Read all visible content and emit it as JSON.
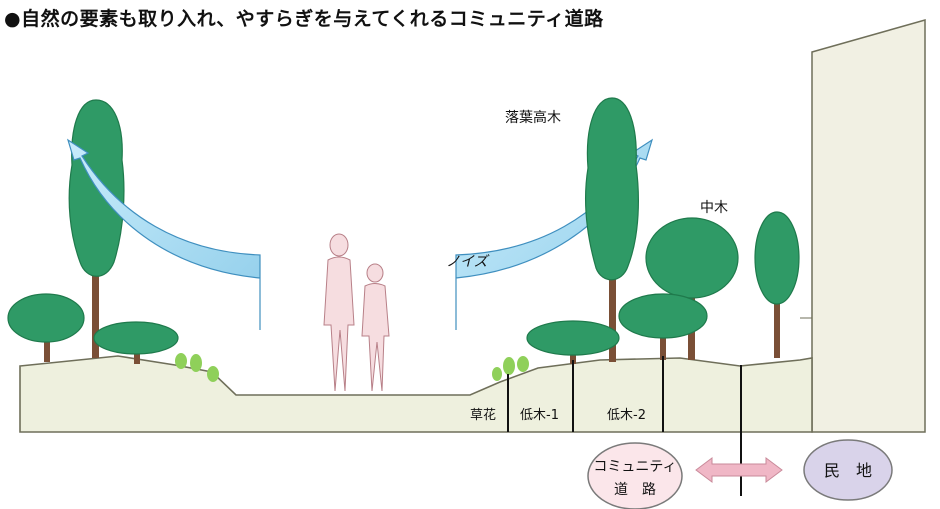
{
  "title": "●自然の要素も取り入れ、やすらぎを与えてくれるコミュニティ道路",
  "labels": {
    "tall_tree": "落葉高木",
    "medium_tree": "中木",
    "noise": "ノイズ",
    "flowers": "草花",
    "shrub_1": "低木-1",
    "shrub_2": "低木-2"
  },
  "community_road": {
    "line1": "コミュニティ",
    "line2": "道　路"
  },
  "private_land": "民　地",
  "colors": {
    "ground": "#eef0de",
    "ground_line": "#6f6f5a",
    "tree_green": "#2f9a66",
    "tree_dark": "#1f7a4c",
    "trunk": "#7a4f36",
    "grass": "#8fd05a",
    "noise_arrow": "#9fd6f0",
    "noise_arrow_edge": "#3f8fbf",
    "person": "#f6dde0",
    "person_edge": "#b88088",
    "building": "#f1f0e3",
    "road_circle": "#fbe6ea",
    "land_circle": "#d9d3ea",
    "double_arrow": "#f0b7c6"
  }
}
